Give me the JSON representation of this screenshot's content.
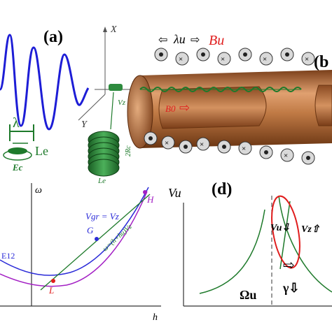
{
  "panel_a": {
    "label": "(a)",
    "lambda": "λ",
    "le": "Le",
    "ec": "Ec",
    "axis_x": "X",
    "axis_y": "Y",
    "vz": "Vz",
    "coil_le": "Le",
    "coil_2rc": "2Rc"
  },
  "panel_b": {
    "label": "(b",
    "lambda_u": "λu",
    "bu": "Bu",
    "b0": "B0"
  },
  "panel_c": {
    "omega": "ω",
    "h": "h",
    "vgr": "Vgr = Vz",
    "line_eq": "ω=(h+hu)Vz",
    "e12": "E12",
    "G": "G",
    "H": "H",
    "L": "L"
  },
  "panel_d": {
    "label": "(d)",
    "vu_axis": "Vu",
    "omega_u": "Ωu",
    "vu_down": "Vu⇩",
    "vz_up": "Vz⇧",
    "gamma": "γ⇩",
    "arrow": "⇨"
  },
  "colors": {
    "wave": "#1d1dd6",
    "green": "#1e7a2b",
    "copper": "#b5703a",
    "red": "#e01d1d",
    "purple": "#a31fc4",
    "blue": "#2b2bd8"
  }
}
